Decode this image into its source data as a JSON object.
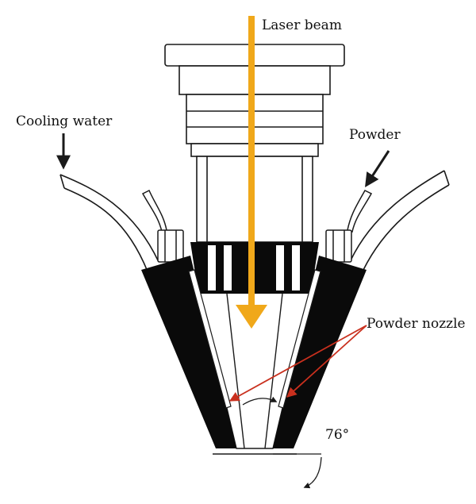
{
  "labels": {
    "laser_beam": "Laser beam",
    "cooling_water": "Cooling water",
    "powder": "Powder",
    "powder_nozzle": "Powder nozzle",
    "angle": "76°"
  },
  "colors": {
    "laser": "#F0A81A",
    "pointer_red": "#C9301E",
    "body_black": "#0A0A0A",
    "line": "#1A1A1A"
  }
}
